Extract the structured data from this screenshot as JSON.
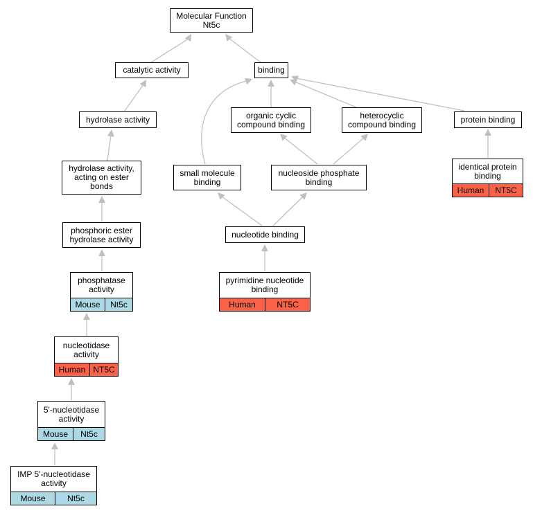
{
  "colors": {
    "mouse": "#add8e6",
    "human": "#fa6248",
    "edge": "#c0c0c0",
    "border": "#000000"
  },
  "nodes": {
    "root": {
      "label": "Molecular Function\nNt5c"
    },
    "catalytic": {
      "label": "catalytic activity"
    },
    "binding": {
      "label": "binding"
    },
    "hydrolase": {
      "label": "hydrolase activity"
    },
    "organic_cyclic": {
      "label": "organic cyclic\ncompound binding"
    },
    "heterocyclic": {
      "label": "heterocyclic\ncompound binding"
    },
    "protein_binding": {
      "label": "protein binding"
    },
    "hydrolase_ester": {
      "label": "hydrolase activity,\nacting on ester\nbonds"
    },
    "small_molecule": {
      "label": "small molecule\nbinding"
    },
    "nucleoside_phosphate": {
      "label": "nucleoside phosphate\nbinding"
    },
    "identical_protein": {
      "label": "identical protein\nbinding",
      "species": "Human",
      "gene": "NT5C"
    },
    "phosphoric_ester": {
      "label": "phosphoric ester\nhydrolase activity"
    },
    "nucleotide_binding": {
      "label": "nucleotide binding"
    },
    "phosphatase": {
      "label": "phosphatase\nactivity",
      "species": "Mouse",
      "gene": "Nt5c"
    },
    "pyrimidine": {
      "label": "pyrimidine nucleotide\nbinding",
      "species": "Human",
      "gene": "NT5C"
    },
    "nucleotidase": {
      "label": "nucleotidase\nactivity",
      "species": "Human",
      "gene": "NT5C"
    },
    "five_prime": {
      "label": "5'-nucleotidase\nactivity",
      "species": "Mouse",
      "gene": "Nt5c"
    },
    "imp": {
      "label": "IMP 5'-nucleotidase\nactivity",
      "species": "Mouse",
      "gene": "Nt5c"
    }
  }
}
